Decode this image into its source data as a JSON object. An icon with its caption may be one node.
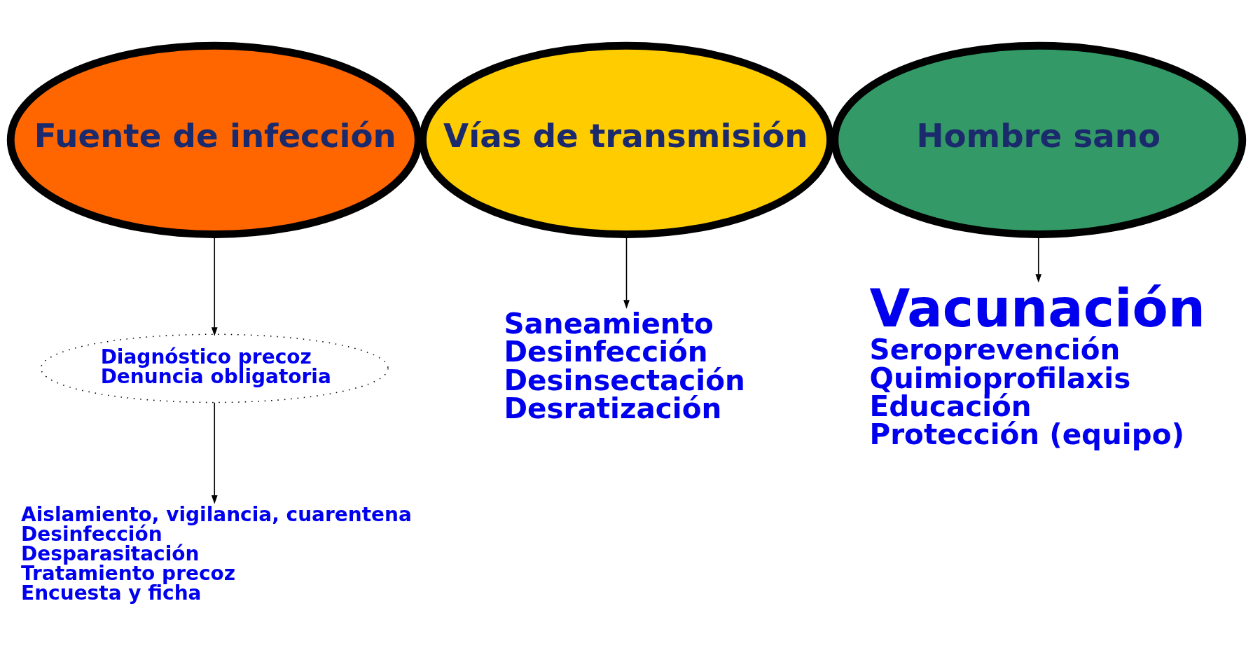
{
  "diagram": {
    "nodes": [
      {
        "text": [
          "Fuente de infección"
        ]
      },
      {
        "text": [
          "Vías de transmisión"
        ]
      },
      {
        "text": [
          "Hombre sano"
        ]
      },
      {
        "text": [
          "Diagnóstico precoz",
          "Denuncia obligatoria"
        ]
      },
      {
        "text": [
          "Aislamiento, vigilancia, cuarentena",
          "Desinfección",
          "Desparasitación",
          "Tratamiento precoz",
          "Encuesta y ficha"
        ]
      },
      {
        "text": [
          "Saneamiento",
          "Desinfección",
          "Desinsectación",
          "Desratización"
        ]
      },
      {
        "text": [
          "Vacunación",
          "Seroprevención",
          "Quimioprofilaxis",
          "Educación",
          "Protección (equipo)"
        ]
      }
    ],
    "edges": [
      {
        "from": 0,
        "to": 3,
        "arrow": "to"
      },
      {
        "from": 3,
        "to": 4,
        "arrow": "to"
      },
      {
        "from": 1,
        "to": 5,
        "arrow": "to"
      },
      {
        "from": 2,
        "to": 6,
        "arrow": "to"
      }
    ]
  }
}
